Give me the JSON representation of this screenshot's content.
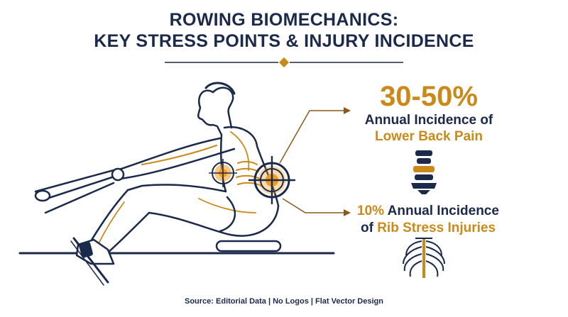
{
  "header": {
    "title_line1": "ROWING BIOMECHANICS:",
    "title_line2": "KEY STRESS POINTS & INJURY INCIDENCE"
  },
  "callouts": {
    "back": {
      "value": "30-50%",
      "line1": "Annual Incidence of",
      "line2": "Lower Back Pain",
      "icon": "spine-icon"
    },
    "rib": {
      "value": "10%",
      "line1_rest": " Annual Incidence",
      "line2_prefix": "of ",
      "line2_accent": "Rib Stress Injuries",
      "icon": "ribcage-icon"
    }
  },
  "colors": {
    "navy": "#1b2a4a",
    "gold": "#c98a1a",
    "target_glow": "#f39a1e"
  },
  "footer": {
    "source": "Source: Editorial Data | No Logos | Flat Vector Design"
  }
}
